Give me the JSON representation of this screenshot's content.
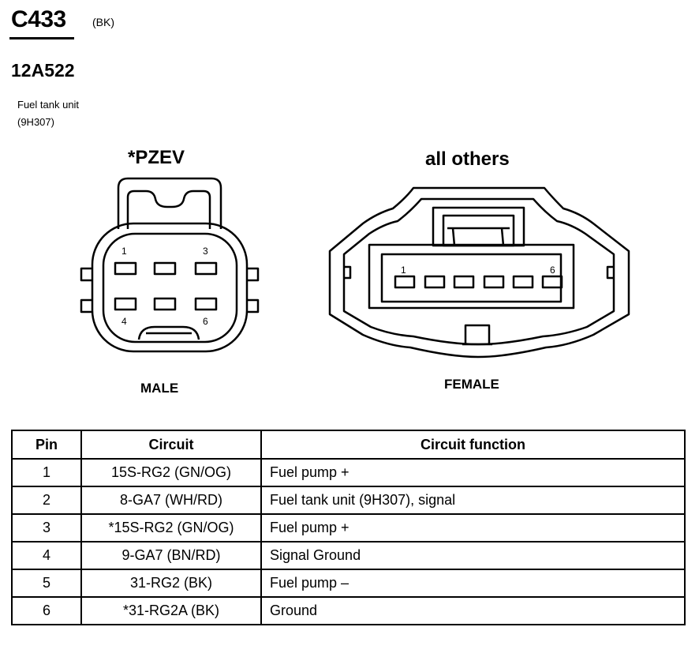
{
  "connector": {
    "id": "C433",
    "color": "(BK)"
  },
  "part_number": "12A522",
  "component": {
    "name": "Fuel tank unit",
    "code": "(9H307)"
  },
  "views": {
    "pzev": {
      "heading": "*PZEV",
      "gender": "MALE",
      "pin_labels": [
        "1",
        "3",
        "4",
        "6"
      ]
    },
    "others": {
      "heading": "all others",
      "gender": "FEMALE",
      "pin_labels": [
        "1",
        "6"
      ]
    }
  },
  "table": {
    "headers": [
      "Pin",
      "Circuit",
      "Circuit function"
    ],
    "rows": [
      {
        "pin": "1",
        "circuit": "15S-RG2 (GN/OG)",
        "function": "Fuel pump +"
      },
      {
        "pin": "2",
        "circuit": "8-GA7 (WH/RD)",
        "function": "Fuel tank unit (9H307), signal"
      },
      {
        "pin": "3",
        "circuit": "*15S-RG2 (GN/OG)",
        "function": "Fuel pump +"
      },
      {
        "pin": "4",
        "circuit": "9-GA7 (BN/RD)",
        "function": "Signal Ground"
      },
      {
        "pin": "5",
        "circuit": "31-RG2 (BK)",
        "function": "Fuel pump –"
      },
      {
        "pin": "6",
        "circuit": "*31-RG2A (BK)",
        "function": "Ground"
      }
    ]
  }
}
